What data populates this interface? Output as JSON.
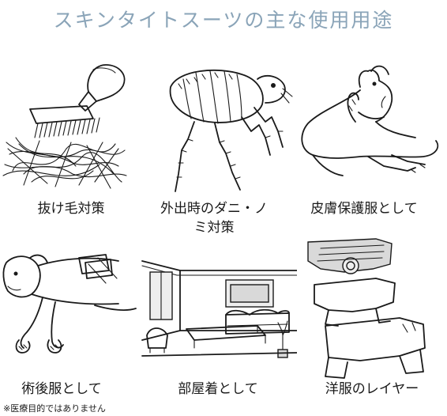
{
  "title": "スキンタイトスーツの主な使用用途",
  "items": [
    {
      "label": "抜け毛対策",
      "icon": "grooming-brush-icon"
    },
    {
      "label": "外出時のダニ・ノミ対策",
      "icon": "flea-icon"
    },
    {
      "label": "皮膚保護服として",
      "icon": "dog-scratching-icon"
    },
    {
      "label": "術後服として",
      "icon": "bandaged-dog-icon"
    },
    {
      "label": "部屋着として",
      "icon": "living-room-icon"
    },
    {
      "label": "洋服のレイヤー",
      "icon": "layered-clothes-icon"
    }
  ],
  "footnote": "※医療目的ではありません"
}
